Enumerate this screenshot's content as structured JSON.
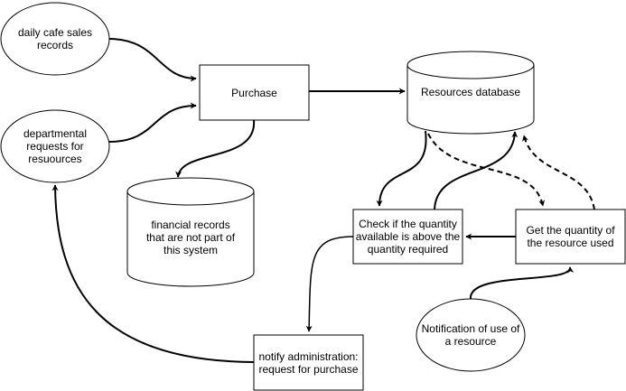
{
  "nodes": {
    "daily_sales": "daily cafe sales\nrecords",
    "dept_requests": "departmental\nrequests for\nresuources",
    "purchase": "Purchase",
    "resources_db": "Resources database",
    "financial_records": "financial records\nthat are not part of\nthis system",
    "check_quantity": "Check if the quantity\navailable is above the\nquantity required",
    "get_quantity": "Get the quantity of\nthe resource used",
    "notification": "Notification of use of\na resource",
    "notify_admin": "notify administration:\nrequest for purchase"
  },
  "colors": {
    "stroke": "#000000",
    "fill": "#ffffff"
  }
}
